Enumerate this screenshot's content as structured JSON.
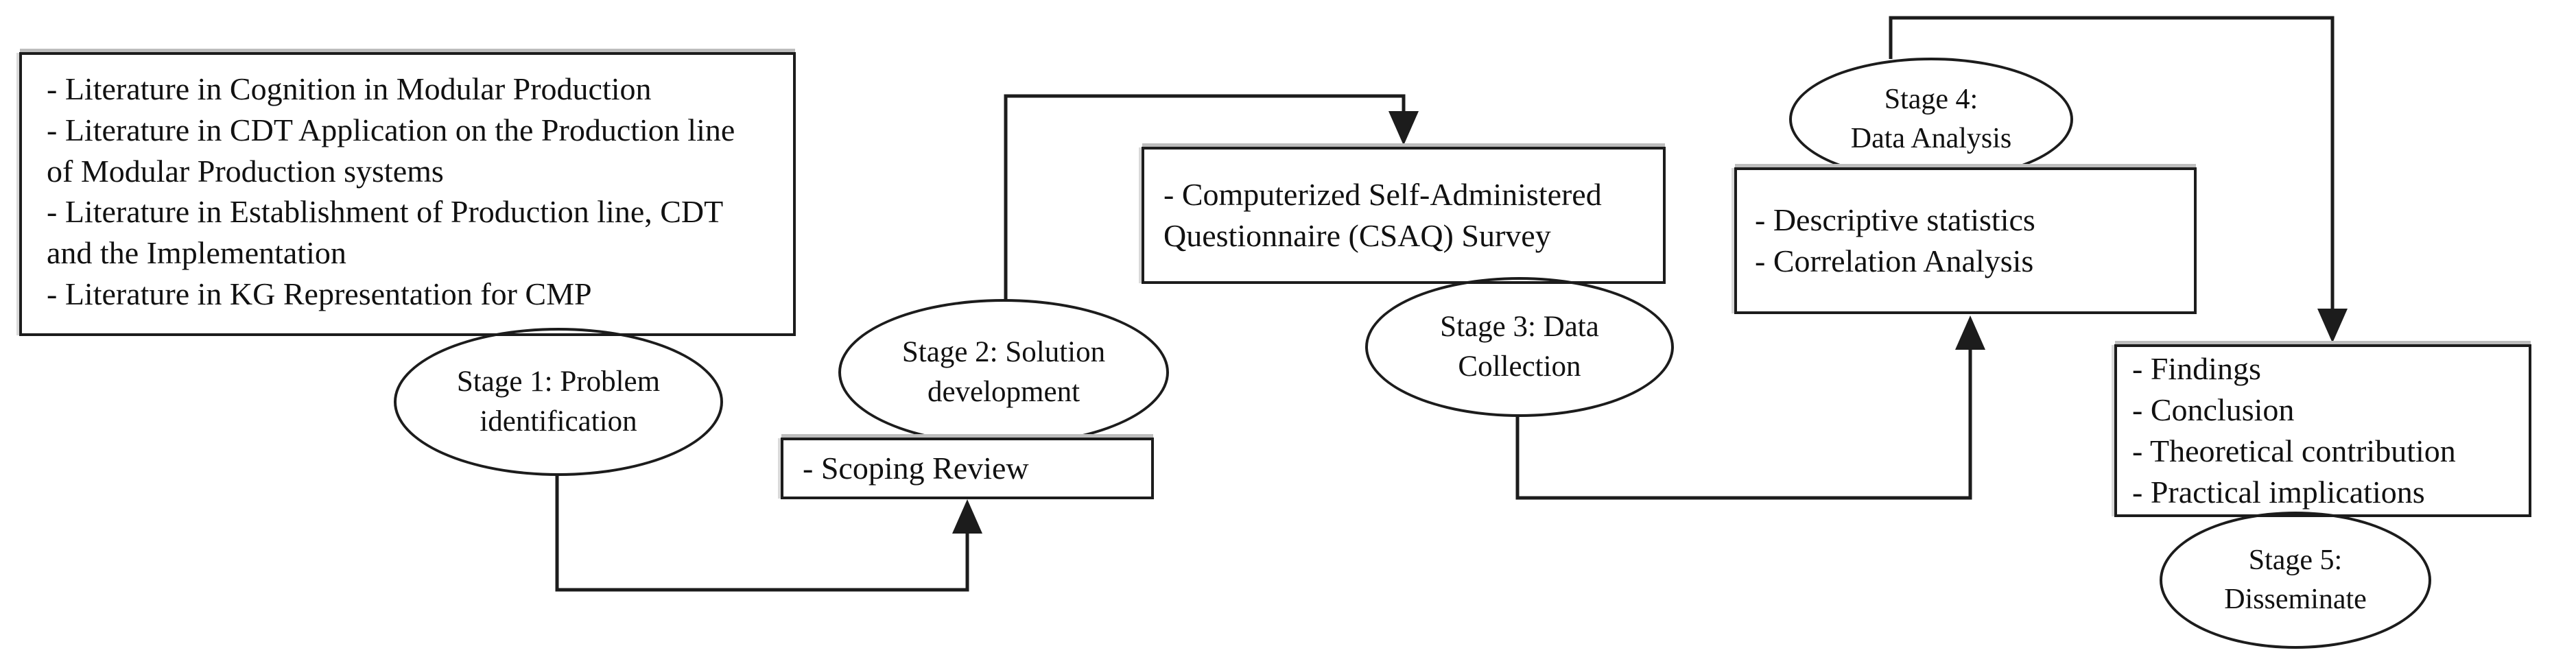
{
  "diagram": {
    "title": "Research methodology stages flowchart",
    "colors": {
      "background": "#ffffff",
      "stroke": "#1c1c1c",
      "text": "#111111",
      "halo": "#bdbdbd"
    },
    "nodes": {
      "literature_box": {
        "type": "box",
        "lines": [
          "- Literature in Cognition in Modular Production",
          "- Literature in CDT Application on the Production line of Modular Production systems",
          "- Literature in Establishment of Production line, CDT and the Implementation",
          "- Literature in KG Representation for CMP"
        ]
      },
      "stage1": {
        "type": "ellipse",
        "lines": [
          "Stage 1: Problem",
          "identification"
        ]
      },
      "stage2": {
        "type": "ellipse",
        "lines": [
          "Stage 2: Solution",
          "development"
        ]
      },
      "scoping_box": {
        "type": "box",
        "lines": [
          "- Scoping Review"
        ]
      },
      "csaq_box": {
        "type": "box",
        "lines": [
          "- Computerized Self-Administered Questionnaire (CSAQ) Survey"
        ]
      },
      "stage3": {
        "type": "ellipse",
        "lines": [
          "Stage 3: Data",
          "Collection"
        ]
      },
      "stage4": {
        "type": "ellipse",
        "lines": [
          "Stage 4:",
          "Data Analysis"
        ]
      },
      "descriptive_box": {
        "type": "box",
        "lines": [
          "- Descriptive statistics",
          "- Correlation Analysis"
        ]
      },
      "findings_box": {
        "type": "box",
        "lines": [
          "- Findings",
          "- Conclusion",
          "- Theoretical contribution",
          "- Practical implications"
        ]
      },
      "stage5": {
        "type": "ellipse",
        "lines": [
          "Stage 5:",
          "Disseminate"
        ]
      }
    },
    "edges": [
      {
        "from": "stage1",
        "to": "scoping_box",
        "arrow": "up"
      },
      {
        "from": "stage2",
        "to": "csaq_box",
        "arrow": "down"
      },
      {
        "from": "stage3",
        "to": "descriptive_box",
        "arrow": "up"
      },
      {
        "from": "stage4",
        "to": "findings_box",
        "arrow": "down"
      }
    ]
  }
}
